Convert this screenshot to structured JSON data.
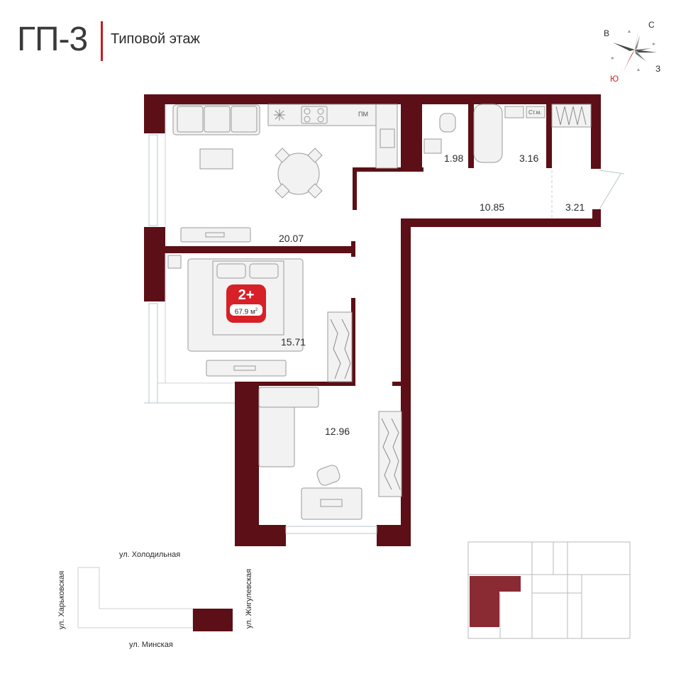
{
  "header": {
    "building": "ГП-3",
    "floor_label": "Типовой этаж"
  },
  "compass": {
    "east": "В",
    "north": "С",
    "south": "Ю",
    "west": "З"
  },
  "appliances": {
    "dishwasher": "ПМ",
    "washer": "Ст.м."
  },
  "rooms": {
    "kitchen_living": "20.07",
    "bathroom_1": "1.98",
    "bathroom_2": "3.16",
    "hall": "10.85",
    "closet": "3.21",
    "bedroom": "15.71",
    "room_2": "12.96"
  },
  "badge": {
    "type": "2+",
    "area": "67.9 м",
    "area_sup": "2"
  },
  "streets": {
    "north": "ул. Холодильная",
    "west": "ул. Харьковская",
    "east": "ул. Жигулевская",
    "south": "ул. Минская"
  },
  "colors": {
    "wall": "#5c0f16",
    "accent": "#d72027",
    "furniture_fill": "#f2f2f2",
    "furniture_stroke": "#9a9a9a"
  }
}
